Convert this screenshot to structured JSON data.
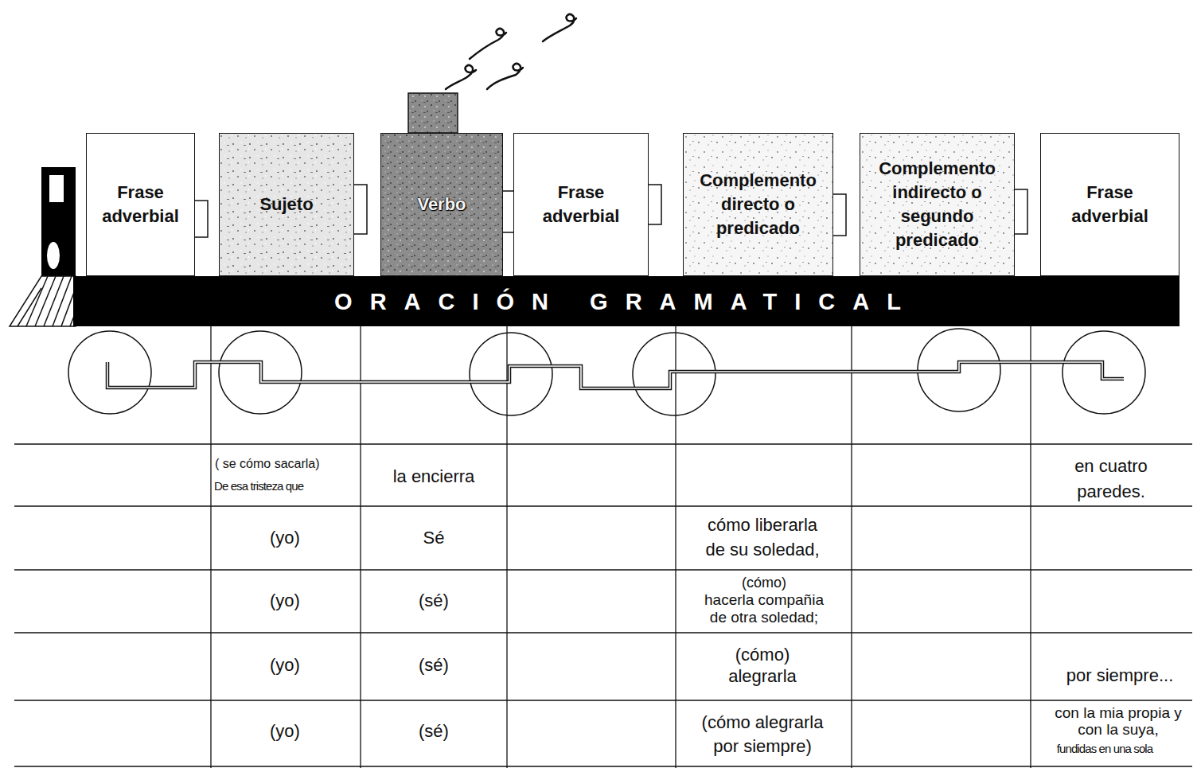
{
  "diagram": {
    "nodes": [
      {
        "text": [
          "Frase adverbial"
        ]
      },
      {
        "text": [
          "Sujeto"
        ]
      },
      {
        "text": [
          "Verbo"
        ]
      },
      {
        "text": [
          "Frase adverbial"
        ]
      },
      {
        "text": [
          "Complemento directo o predicado"
        ]
      },
      {
        "text": [
          "Complemento indirecto o segundo predicado"
        ]
      },
      {
        "text": [
          "Frase adverbial"
        ]
      },
      {
        "text": [
          "ORACIÓN GRAMATICAL"
        ]
      }
    ],
    "labels": [
      "( se cómo sacarla)",
      "De esa tristeza que",
      "la encierra",
      "en cuatro paredes.",
      "(yo)",
      "Sé",
      "cómo liberarla de su soledad,",
      "(yo)",
      "(sé)",
      "(cómo)",
      "hacerla compañia de otra soledad;",
      "(yo)",
      "(sé)",
      "(cómo)",
      "alegrarla",
      "por siempre...",
      "(yo)",
      "(sé)",
      "(cómo alegrarla por siempre)",
      "con la mia propia y con la suya,",
      "fundidas en una sola"
    ]
  }
}
